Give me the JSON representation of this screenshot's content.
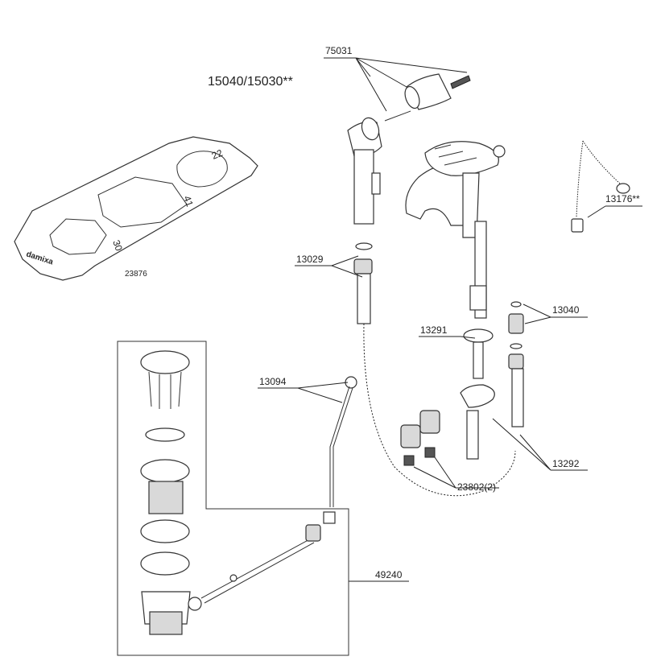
{
  "diagram": {
    "title": "15040/15030**",
    "wrench": {
      "part_number": "23876",
      "brand": "damixa",
      "sizes": [
        "22",
        "41",
        "30"
      ]
    },
    "callouts": [
      {
        "id": "75031",
        "label": "75031"
      },
      {
        "id": "13176",
        "label": "13176**"
      },
      {
        "id": "13029",
        "label": "13029"
      },
      {
        "id": "13040",
        "label": "13040"
      },
      {
        "id": "13291",
        "label": "13291"
      },
      {
        "id": "13094",
        "label": "13094"
      },
      {
        "id": "13292",
        "label": "13292"
      },
      {
        "id": "23802",
        "label": "23802(2)"
      },
      {
        "id": "49240",
        "label": "49240"
      }
    ]
  }
}
